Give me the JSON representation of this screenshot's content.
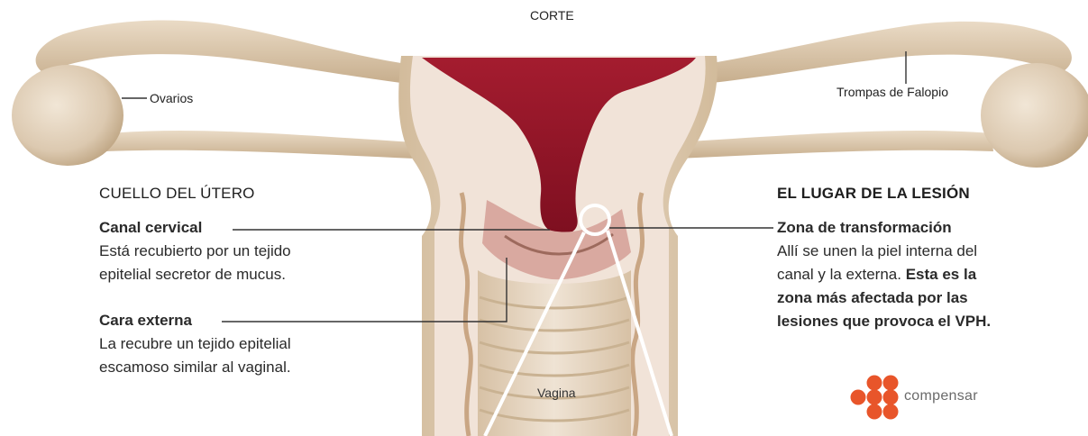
{
  "labels": {
    "corte": "CORTE",
    "ovarios": "Ovarios",
    "trompas": "Trompas de Falopio",
    "vagina": "Vagina"
  },
  "left_panel": {
    "heading": "CUELLO DEL ÚTERO",
    "canal_title": "Canal cervical",
    "canal_line1": "Está recubierto por un tejido",
    "canal_line2": "epitelial secretor de mucus.",
    "cara_title": "Cara externa",
    "cara_line1": "La recubre un tejido epitelial",
    "cara_line2": "escamoso similar al vaginal."
  },
  "right_panel": {
    "heading": "EL LUGAR DE LA LESIÓN",
    "zona_title": "Zona de transformación",
    "zona_line1": "Allí se unen la piel interna del",
    "zona_line2a": "canal y la externa. ",
    "zona_line2b": "Esta es la",
    "zona_line3": "zona más afectada por las",
    "zona_line4": "lesiones que provoca el VPH."
  },
  "brand": {
    "name": "compensar",
    "accent_color": "#e8552a"
  },
  "colors": {
    "tissue": "#e3d2bc",
    "tissue_dark": "#cbb393",
    "cavity": "#9e1a2c",
    "section": "#f2e4da"
  }
}
